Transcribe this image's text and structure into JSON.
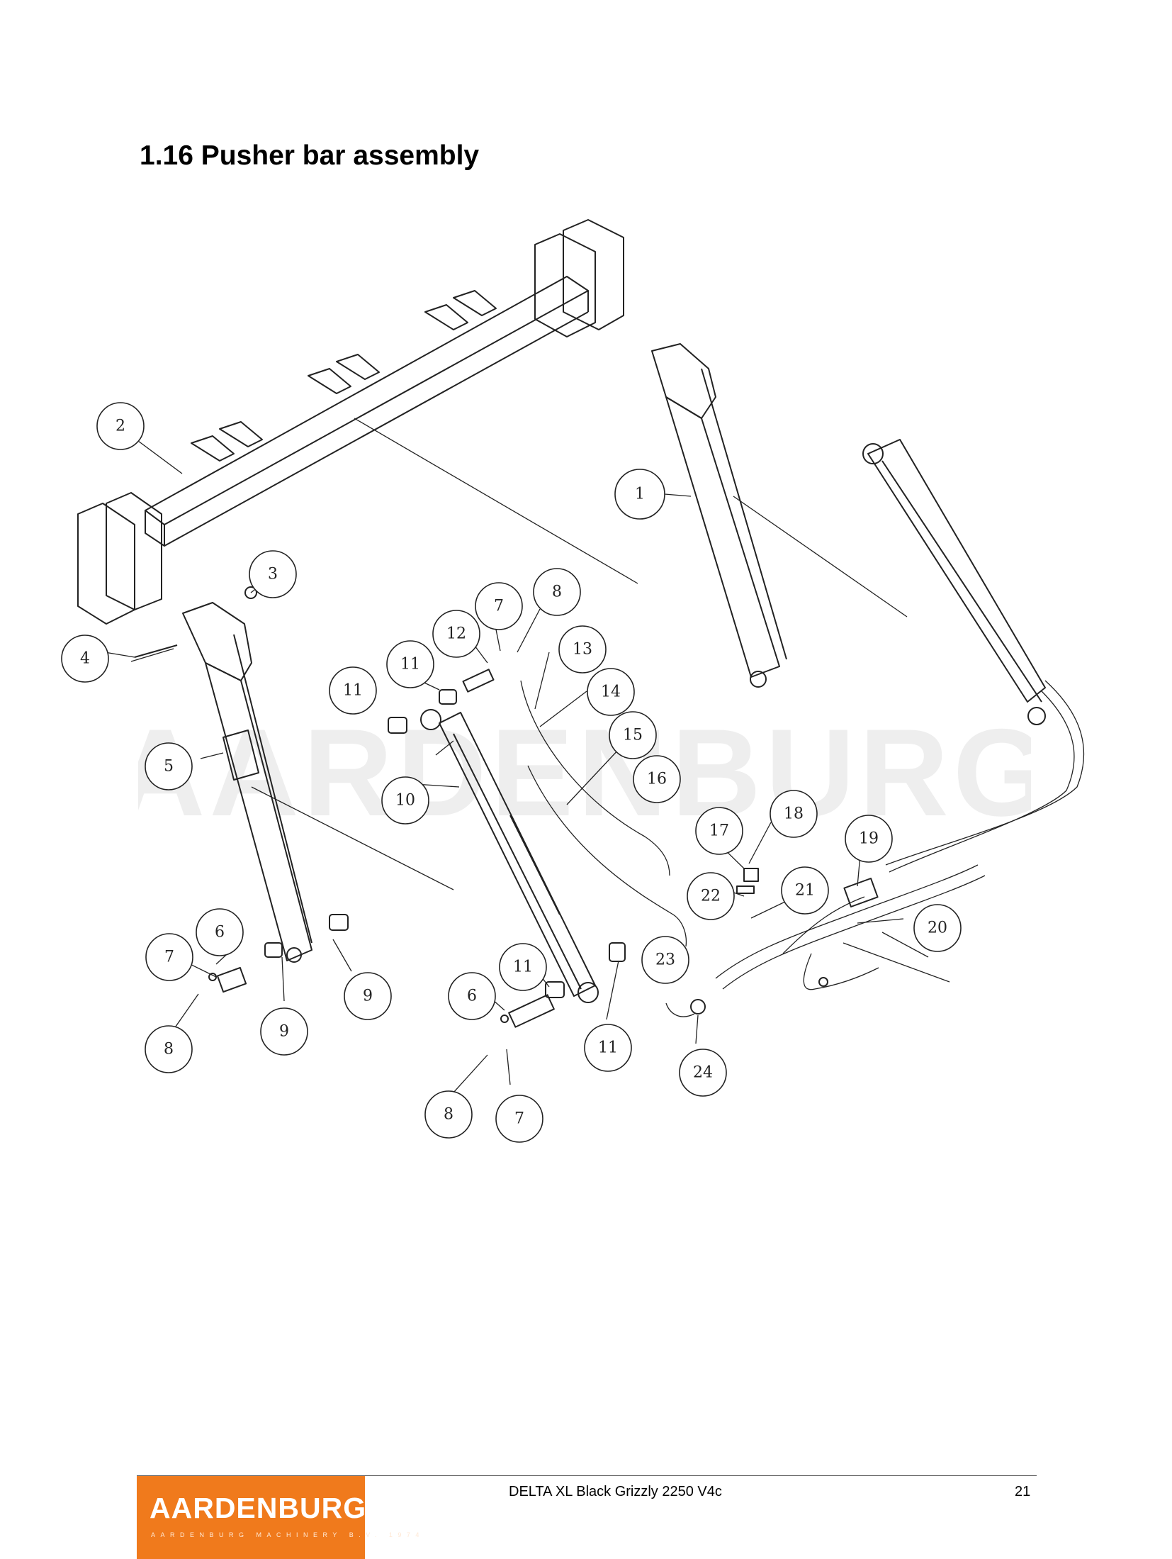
{
  "heading": "1.16 Pusher bar assembly",
  "watermark_text": "AARDENBURG",
  "callouts": [
    "1",
    "2",
    "3",
    "4",
    "5",
    "6",
    "6",
    "7",
    "7",
    "7",
    "8",
    "8",
    "8",
    "9",
    "9",
    "10",
    "11",
    "11",
    "11",
    "11",
    "12",
    "13",
    "14",
    "15",
    "16",
    "17",
    "18",
    "19",
    "20",
    "21",
    "22",
    "23",
    "24"
  ],
  "footer": {
    "logo_text": "AARDENBURG",
    "logo_subtext": "AARDENBURG MACHINERY B.V. 1974",
    "document_title": "DELTA XL Black Grizzly 2250 V4c",
    "page_number": "21"
  },
  "colors": {
    "brand_orange": "#f07a1c",
    "line": "#222222",
    "watermark": "#eeeeee"
  }
}
